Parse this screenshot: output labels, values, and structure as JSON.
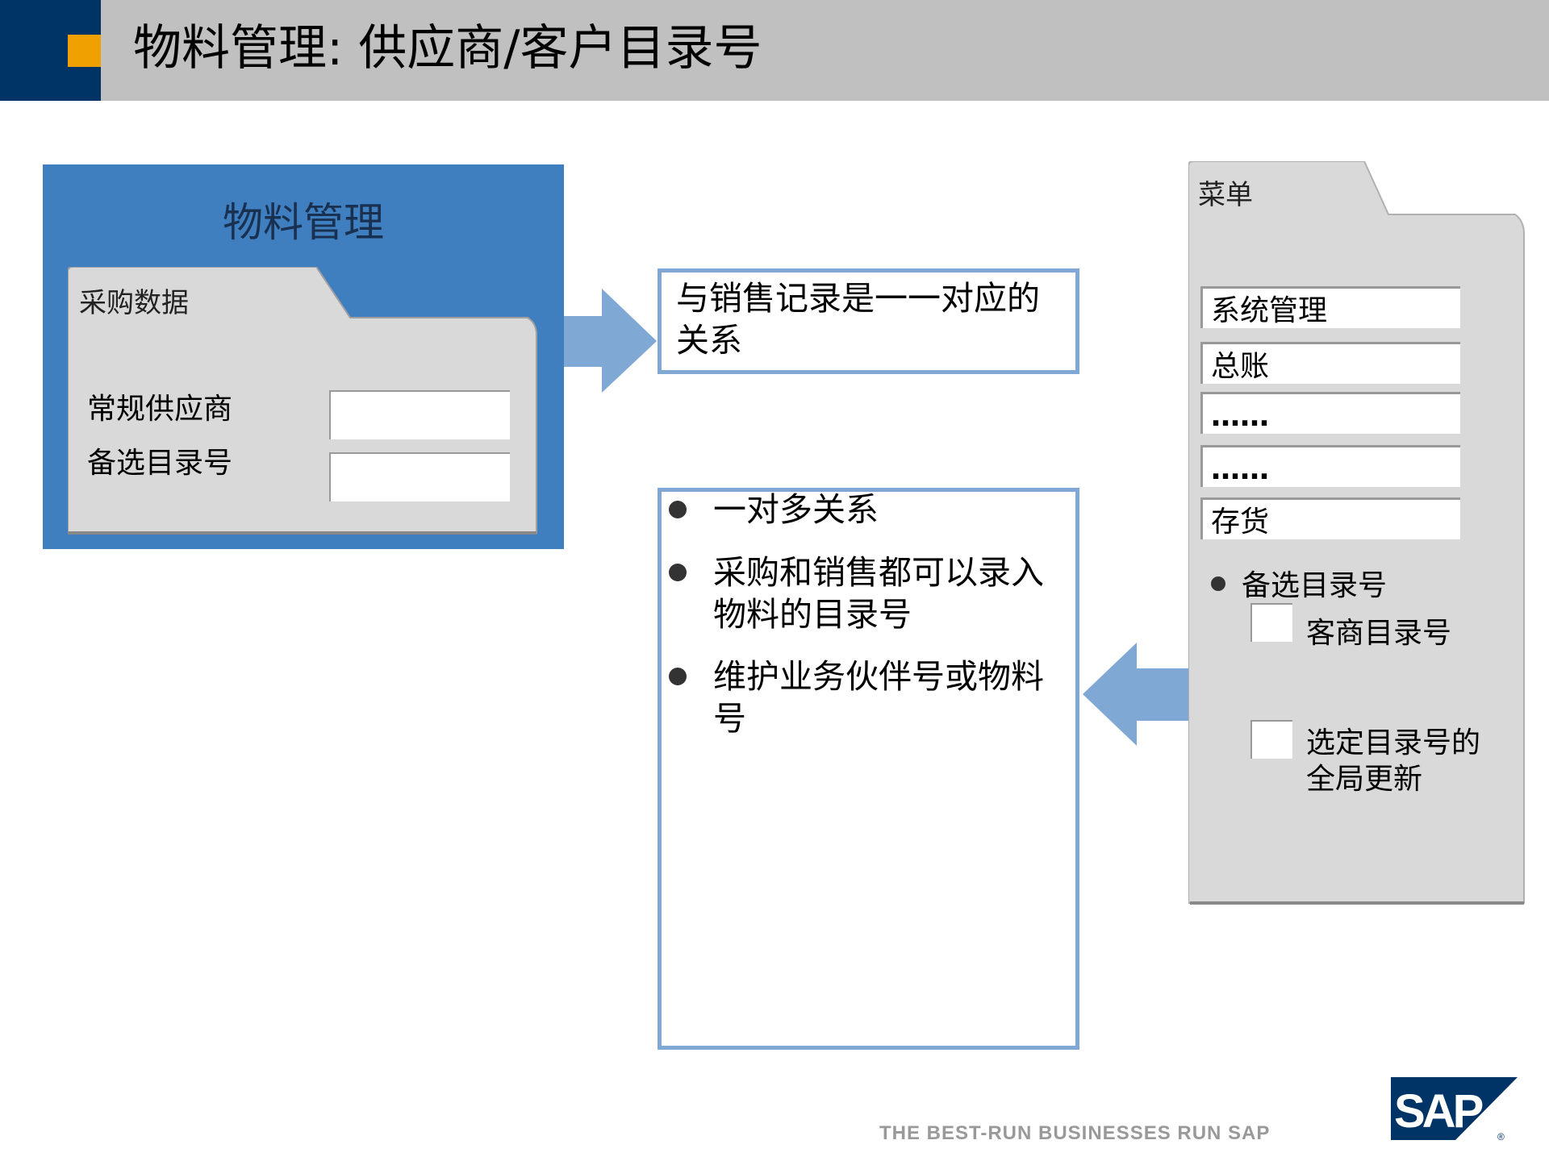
{
  "header": {
    "title": "物料管理: 供应商/客户目录号"
  },
  "mm_panel": {
    "title": "物料管理",
    "tab_label": "采购数据",
    "fields": [
      {
        "label": "常规供应商",
        "value": ""
      },
      {
        "label": "备选目录号",
        "value": ""
      }
    ]
  },
  "relation_box": {
    "lines": [
      "与销售记录是一一对应的",
      "关系"
    ]
  },
  "features_box": {
    "bullets": [
      [
        "一对多关系"
      ],
      [
        "采购和销售都可以录入",
        "物料的目录号"
      ],
      [
        "维护业务伙伴号或物料",
        "号"
      ]
    ]
  },
  "menu_panel": {
    "tab_label": "菜单",
    "items": [
      "系统管理",
      "总账",
      "……",
      "……",
      "存货"
    ],
    "bullet_label": "备选目录号",
    "checkboxes": [
      {
        "lines": [
          "客商目录号"
        ],
        "checked": false
      },
      {
        "lines": [
          "选定目录号的",
          "全局更新"
        ],
        "checked": false
      }
    ]
  },
  "footer": {
    "tagline": "THE BEST-RUN BUSINESSES RUN SAP",
    "logo_text": "SAP"
  },
  "colors": {
    "navy": "#003366",
    "orange": "#f0a000",
    "blue_panel": "#3f7fc0",
    "arrow": "#7fa8d5",
    "gray_panel": "#d9d9d9"
  }
}
